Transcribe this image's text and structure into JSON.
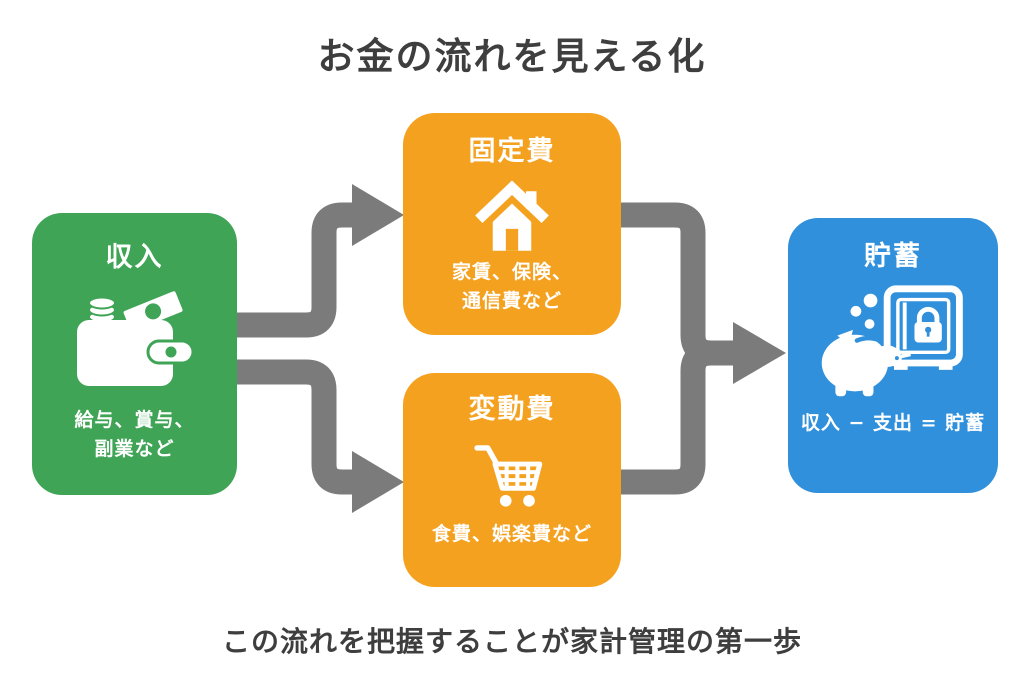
{
  "title": "お金の流れを見える化",
  "caption": "この流れを把握することが家計管理の第一歩",
  "colors": {
    "income_green": "#3FA456",
    "expense_orange": "#F5A120",
    "savings_blue": "#3090DB",
    "arrow_gray": "#7B7B7B",
    "heading_text": "#3E3E3E",
    "node_text": "#FFFFFF"
  },
  "nodes": {
    "income": {
      "label": "収入",
      "icon": "wallet-icon",
      "sub_lines": [
        "給与、賞与、",
        "副業など"
      ]
    },
    "fixed_costs": {
      "label": "固定費",
      "icon": "house-icon",
      "sub_lines": [
        "家賃、保険、",
        "通信費など"
      ]
    },
    "variable_costs": {
      "label": "変動費",
      "icon": "shopping-cart-icon",
      "sub_lines": [
        "食費、娯楽費など"
      ]
    },
    "savings": {
      "label": "貯蓄",
      "icon": "piggy-bank-safe-icon",
      "sub_lines": [
        "収入 − 支出 = 貯蓄"
      ]
    }
  },
  "flows": [
    {
      "from": "income",
      "to": "fixed_costs"
    },
    {
      "from": "income",
      "to": "variable_costs"
    },
    {
      "from": "fixed_costs",
      "to": "savings"
    },
    {
      "from": "variable_costs",
      "to": "savings"
    }
  ]
}
